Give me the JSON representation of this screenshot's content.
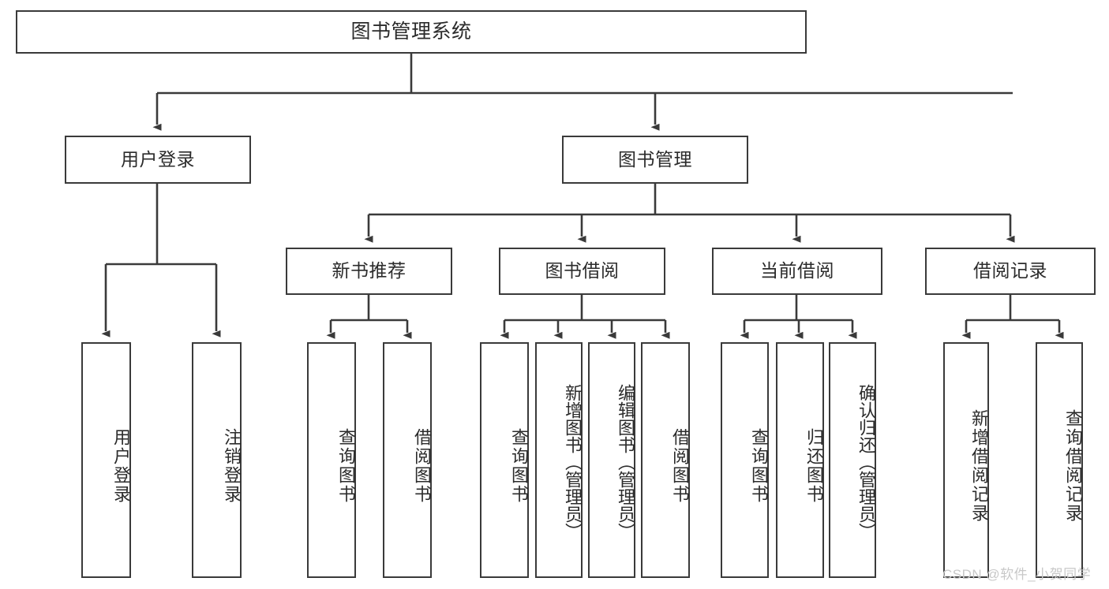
{
  "diagram": {
    "kind": "tree",
    "title_node": {
      "id": "root",
      "label": "图书管理系统"
    },
    "level1": [
      {
        "id": "login",
        "label": "用户登录"
      },
      {
        "id": "bookmgmt",
        "label": "图书管理"
      }
    ],
    "level2": [
      {
        "id": "newbook",
        "label": "新书推荐",
        "parent": "bookmgmt"
      },
      {
        "id": "borrow",
        "label": "图书借阅",
        "parent": "bookmgmt"
      },
      {
        "id": "current",
        "label": "当前借阅",
        "parent": "bookmgmt"
      },
      {
        "id": "record",
        "label": "借阅记录",
        "parent": "bookmgmt"
      }
    ],
    "leaves": [
      {
        "id": "leaf1",
        "label": "用户登录",
        "parent": "login"
      },
      {
        "id": "leaf2",
        "label": "注销登录",
        "parent": "login"
      },
      {
        "id": "leaf3",
        "label": "查询图书",
        "parent": "newbook"
      },
      {
        "id": "leaf4",
        "label": "借阅图书",
        "parent": "newbook"
      },
      {
        "id": "leaf5",
        "label": "查询图书",
        "parent": "borrow"
      },
      {
        "id": "leaf6",
        "label": "新增图书（管理员）",
        "parent": "borrow"
      },
      {
        "id": "leaf7",
        "label": "编辑图书（管理员）",
        "parent": "borrow"
      },
      {
        "id": "leaf8",
        "label": "借阅图书",
        "parent": "borrow"
      },
      {
        "id": "leaf9",
        "label": "查询图书",
        "parent": "current"
      },
      {
        "id": "leaf10",
        "label": "归还图书",
        "parent": "current"
      },
      {
        "id": "leaf11",
        "label": "确认归还（管理员）",
        "parent": "current"
      },
      {
        "id": "leaf12",
        "label": "新增借阅记录",
        "parent": "record"
      },
      {
        "id": "leaf13",
        "label": "查询借阅记录",
        "parent": "record"
      }
    ],
    "watermark": "CSDN @软件_小贺同学",
    "colors": {
      "stroke": "#3a3a3a",
      "box_fill": "#ffffff",
      "text": "#2b2b2b",
      "watermark": "#c8c8c8",
      "background": "#ffffff"
    }
  }
}
